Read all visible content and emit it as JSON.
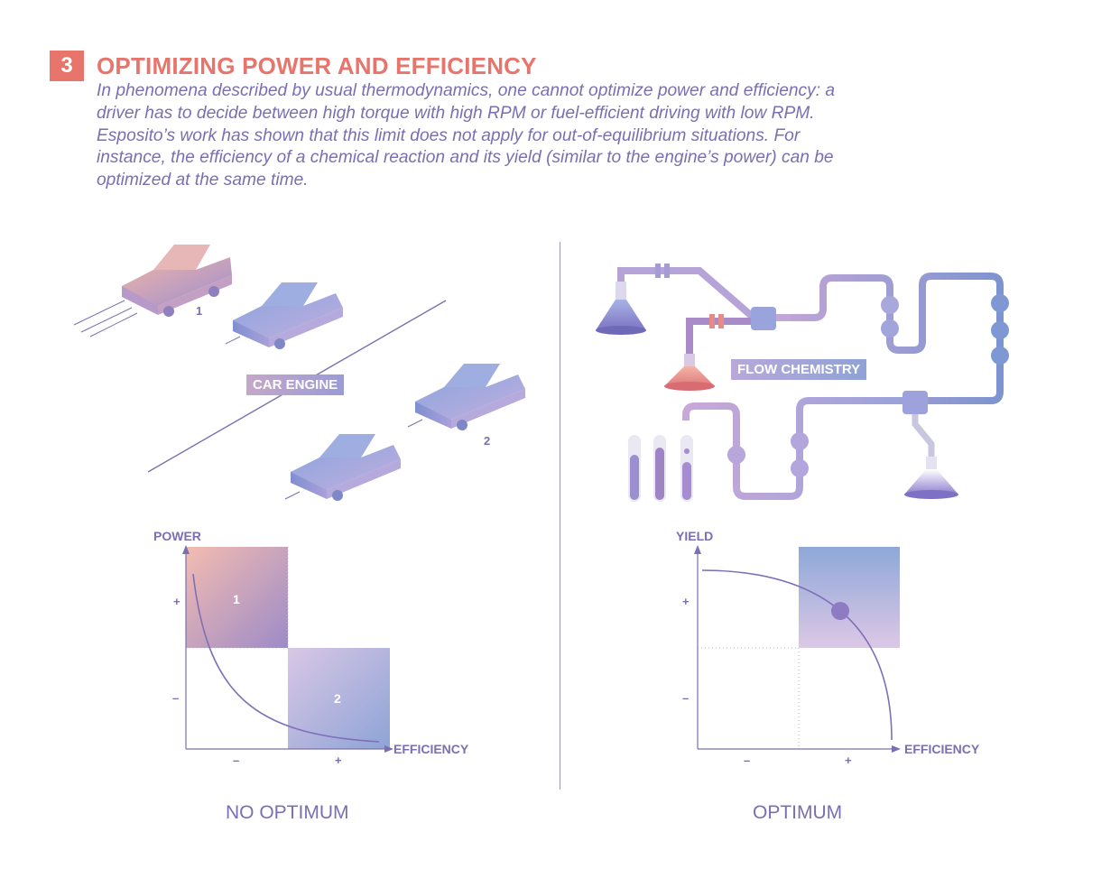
{
  "header": {
    "number": "3",
    "title": "OPTIMIZING POWER AND EFFICIENCY",
    "intro": "In phenomena described by usual thermodynamics, one cannot optimize power and efficiency: a driver has to decide between high torque with high RPM or fuel-efficient driving with low RPM. Esposito’s work has shown that this limit does not apply for out-of-equilibrium situations. For instance, the efficiency of a chemical reaction and its yield (similar to the engine’s power) can be optimized at the same time."
  },
  "left": {
    "tag": "CAR ENGINE",
    "car1_label": "1",
    "car2_label": "2",
    "chart": {
      "ylabel": "POWER",
      "xlabel": "EFFICIENCY",
      "y_plus": "+",
      "y_minus": "–",
      "x_minus": "–",
      "x_plus": "+",
      "region1_label": "1",
      "region2_label": "2"
    },
    "caption": "NO OPTIMUM"
  },
  "right": {
    "tag": "FLOW CHEMISTRY",
    "chart": {
      "ylabel": "YIELD",
      "xlabel": "EFFICIENCY",
      "y_plus": "+",
      "y_minus": "–",
      "x_minus": "–",
      "x_plus": "+"
    },
    "caption": "OPTIMUM"
  },
  "colors": {
    "accent": "#e8756c",
    "text": "#7a6fb0",
    "axis": "#7a6fb0"
  }
}
